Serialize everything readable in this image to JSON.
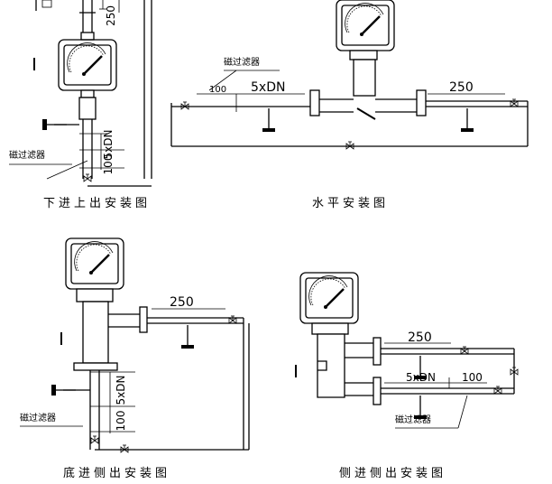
{
  "panels": [
    {
      "caption": "下进上出安装图",
      "filter_label": "磁过滤器",
      "dim_5xdn": "5xDN",
      "dim_100": "100",
      "dim_250": "250"
    },
    {
      "caption": "水平安装图",
      "filter_label": "磁过滤器",
      "dim_5xdn": "5xDN",
      "dim_100": "100",
      "dim_250": "250"
    },
    {
      "caption": "底进侧出安装图",
      "filter_label": "磁过滤器",
      "dim_5xdn": "5xDN",
      "dim_100": "100",
      "dim_250": "250"
    },
    {
      "caption": "侧进侧出安装图",
      "filter_label": "磁过滤器",
      "dim_5xdn": "5xDN",
      "dim_100": "100",
      "dim_250": "250"
    }
  ]
}
